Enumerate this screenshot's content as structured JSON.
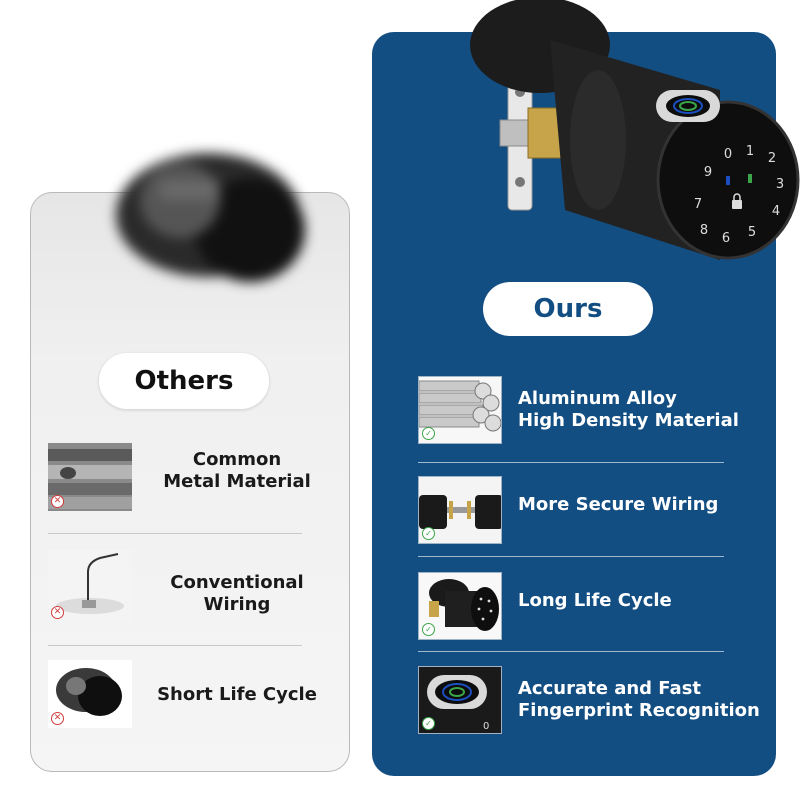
{
  "others": {
    "title": "Others",
    "items": [
      {
        "label_line1": "Common",
        "label_line2": "Metal Material",
        "icon": "cross-icon"
      },
      {
        "label": "Conventional Wiring",
        "icon": "cross-icon"
      },
      {
        "label": "Short Life Cycle",
        "icon": "cross-icon"
      }
    ]
  },
  "ours": {
    "title": "Ours",
    "items": [
      {
        "label_line1": "Aluminum Alloy",
        "label_line2": "High Density Material",
        "icon": "check-icon"
      },
      {
        "label": "More Secure Wiring",
        "icon": "check-icon"
      },
      {
        "label": "Long Life Cycle",
        "icon": "check-icon"
      },
      {
        "label_line1": "Accurate and Fast",
        "label_line2": "Fingerprint Recognition",
        "icon": "check-icon"
      }
    ]
  },
  "keypad": {
    "digits": [
      "0",
      "1",
      "2",
      "3",
      "4",
      "5",
      "6",
      "7",
      "8",
      "9"
    ]
  },
  "colors": {
    "ours_bg": "#134e83",
    "others_bg": "#eeeeee",
    "check": "#3ca54a",
    "cross": "#d23b3b",
    "fingerprint": "#1b4fbf"
  }
}
